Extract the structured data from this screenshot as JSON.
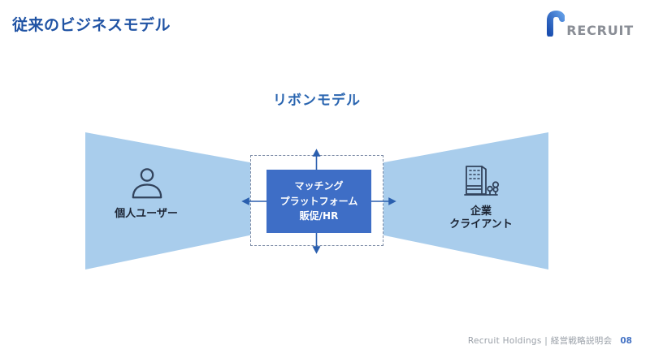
{
  "slide": {
    "title": "従来のビジネスモデル",
    "logo": {
      "text": "RECRUIT"
    },
    "diagram": {
      "title": "リボンモデル",
      "left_group": {
        "label": "個人ユーザー"
      },
      "right_group": {
        "label_line1": "企業",
        "label_line2": "クライアント"
      },
      "center_box": {
        "line1": "マッチング",
        "line2": "プラットフォーム",
        "line3": "販促/HR"
      }
    },
    "footer": {
      "text": "Recruit Holdings | 経営戦略説明会",
      "page": "08"
    },
    "colors": {
      "title_blue": "#2053a4",
      "diagram_title_blue": "#2a65b0",
      "ribbon_fill": "#a9cdec",
      "center_box_fill": "#3e6ec6",
      "dashed_border": "#7b8aa5",
      "arrow_blue": "#2b5fae",
      "label_dark": "#1c2433",
      "icon_stroke": "#32435c",
      "logo_gray": "#8a8e96",
      "logo_blue": "#2f6ad0",
      "footer_gray": "#9aa0a8",
      "page_number_blue": "#4472c4"
    }
  }
}
